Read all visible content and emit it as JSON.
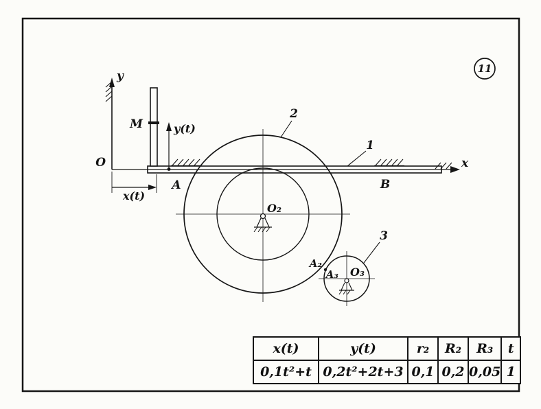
{
  "figure": {
    "number": "11"
  },
  "diagram": {
    "axis_y": "y",
    "axis_x": "x",
    "origin": "O",
    "point_m": "M",
    "dim_y": "y(t)",
    "dim_x": "x(t)",
    "point_a": "A",
    "point_b": "B",
    "label_rack": "1",
    "label_gear2": "2",
    "label_gear3": "3",
    "center_o2": "O₂",
    "center_o3": "O₃",
    "point_a2": "A₂",
    "point_a3": "A₃"
  },
  "table": {
    "headers": [
      "x(t)",
      "y(t)",
      "r₂",
      "R₂",
      "R₃",
      "t"
    ],
    "values": [
      "0,1t²+t",
      "0,2t²+2t+3",
      "0,1",
      "0,2",
      "0,05",
      "1"
    ]
  }
}
